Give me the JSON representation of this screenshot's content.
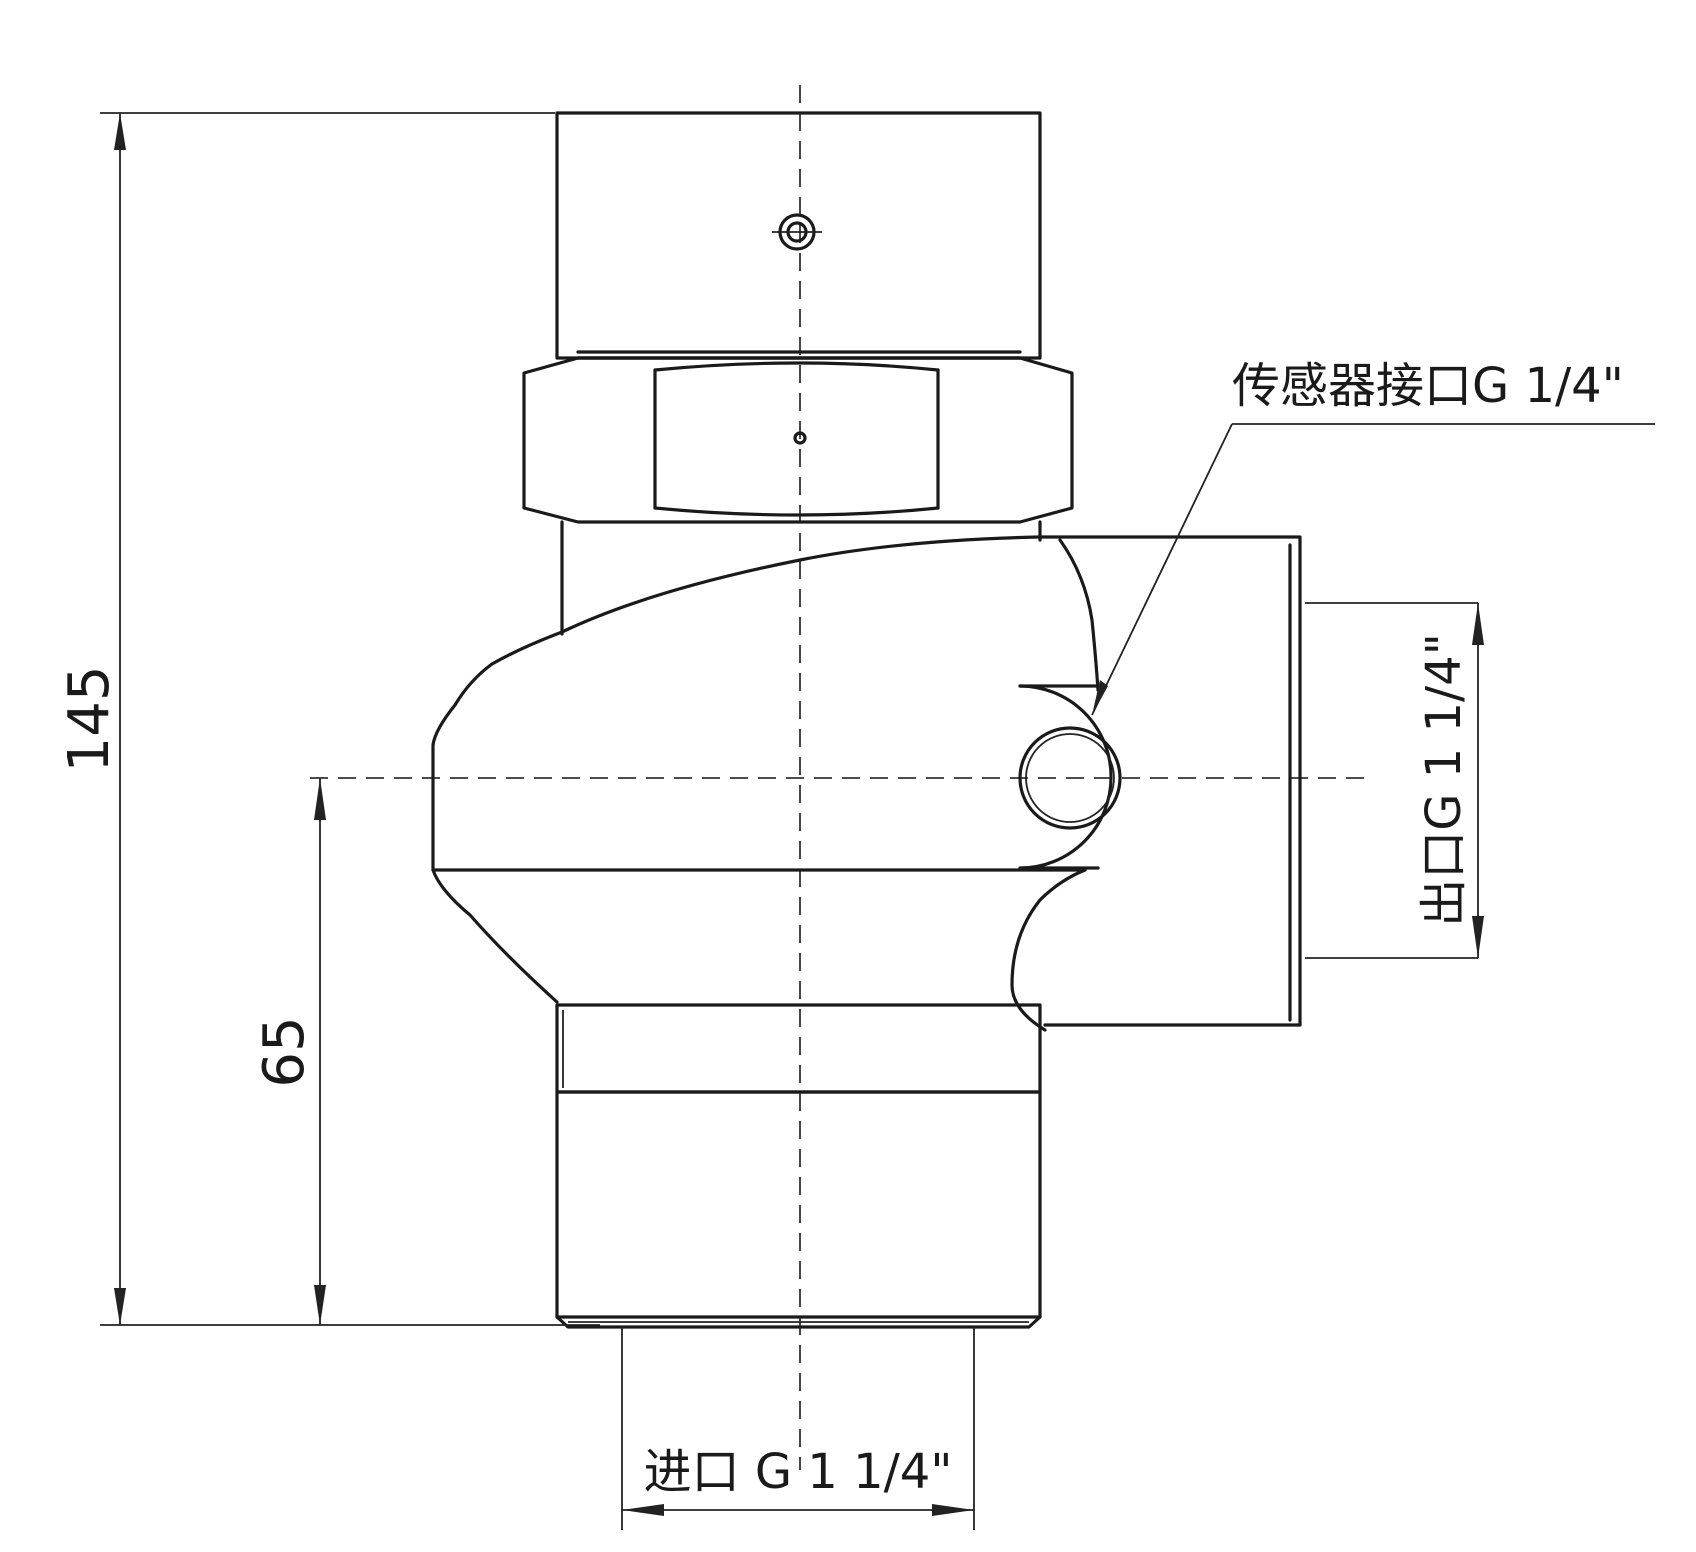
{
  "dimensions": {
    "overall_height": "145",
    "centerline_height": "65"
  },
  "labels": {
    "sensor_port": "传感器接口G 1/4\"",
    "outlet": "出口G 1 1/4\"",
    "inlet": "进口 G 1 1/4\""
  }
}
